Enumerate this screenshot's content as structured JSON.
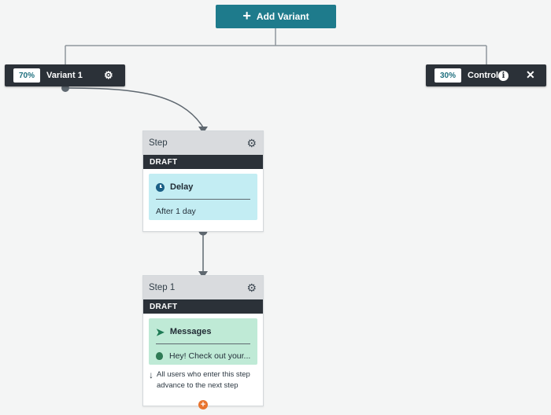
{
  "toolbar": {
    "add_variant_label": "Add Variant",
    "add_icon": "plus-icon"
  },
  "variants": [
    {
      "percent": "70%",
      "name": "Variant 1",
      "icon": "gear-icon"
    },
    {
      "percent": "30%",
      "name": "Control",
      "icons": [
        "info-icon",
        "close-icon"
      ]
    }
  ],
  "steps": [
    {
      "title": "Step",
      "status": "DRAFT",
      "component": {
        "type_label": "Delay",
        "icon": "clock-icon",
        "detail": "After 1 day"
      }
    },
    {
      "title": "Step 1",
      "status": "DRAFT",
      "component": {
        "type_label": "Messages",
        "icon": "paper-plane-icon",
        "detail": "Hey! Check out your...",
        "detail_icon": "apple-icon"
      },
      "footer": "All users who enter this step advance to the next step"
    }
  ],
  "colors": {
    "accent": "#1e7b8c",
    "dark_bar": "#2b3138",
    "delay_tile": "#c3edf3",
    "message_tile": "#bfead6",
    "add_step": "#e8742f"
  }
}
